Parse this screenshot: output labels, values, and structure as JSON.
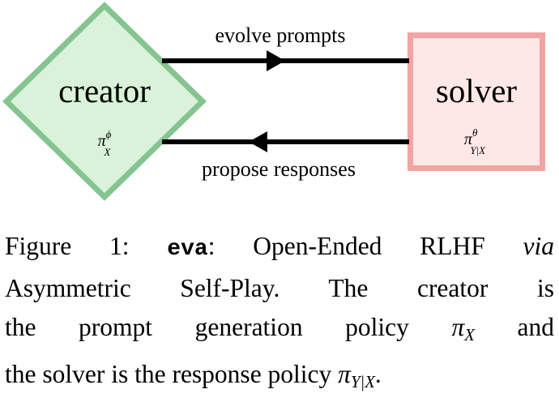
{
  "figure": {
    "diagram": {
      "creator_node": {
        "label": "creator",
        "policy_pi": "π",
        "policy_superscript": "ϕ",
        "policy_subscript": "X",
        "shape": "diamond",
        "fill_color": "#d9f2d9",
        "border_color": "#85c490"
      },
      "solver_node": {
        "label": "solver",
        "policy_pi": "π",
        "policy_superscript": "θ",
        "policy_subscript": "Y|X",
        "shape": "rectangle",
        "fill_color": "#fce8e7",
        "border_color": "#f3a3a2"
      },
      "edges": [
        {
          "label": "evolve prompts",
          "direction": "creator-to-solver",
          "color": "#000000"
        },
        {
          "label": "propose responses",
          "direction": "solver-to-creator",
          "color": "#000000"
        }
      ]
    },
    "caption": {
      "prefix": "Figure 1: ",
      "bold_name": "eva",
      "after_name": ": Open-Ended RLHF ",
      "italic_via": "via",
      "line2": "Asymmetric Self-Play.  The creator is",
      "line3_a": "the prompt generation policy ",
      "line3_pi": "π",
      "line3_sub": "X",
      "line3_b": " and",
      "line4_a": "the solver is the response policy ",
      "line4_pi": "π",
      "line4_sub": "Y|X",
      "line4_b": "."
    }
  }
}
